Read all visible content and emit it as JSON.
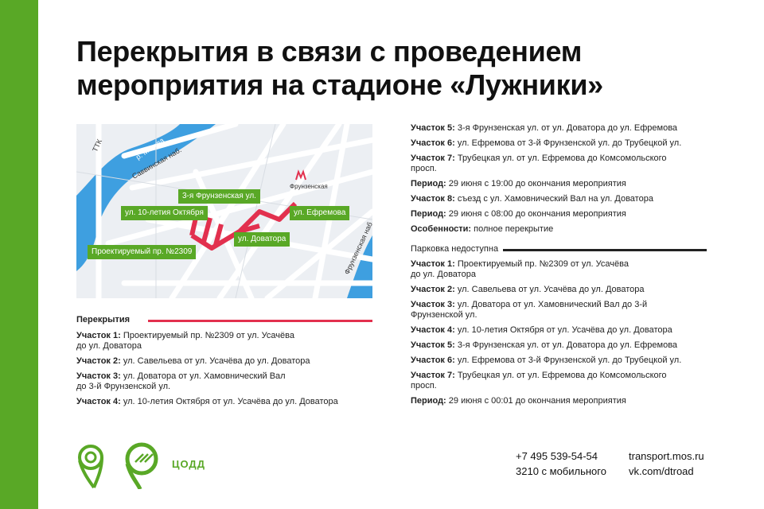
{
  "title": {
    "line1": "Перекрытия в связи с проведением",
    "line2": "мероприятия на стадионе «Лужники»"
  },
  "map": {
    "labels": {
      "frunzenskaya3": "3-я Фрунзенская ул.",
      "oktyabrya": "ул. 10-летия Октября",
      "efremova": "ул. Ефремова",
      "dovatora": "ул. Доватора",
      "proektiruemy": "Проектируемый пр. №2309"
    },
    "texts": {
      "ttk": "ТТК",
      "river": "р. Москва",
      "savvinskaya": "Саввинская наб.",
      "metro_name": "Фрунзенская",
      "frunz_nab": "Фрунзенская наб."
    },
    "colors": {
      "route": "#e2304e",
      "green": "#59a826",
      "water": "#3e9fe0"
    }
  },
  "closures": {
    "header": "Перекрытия",
    "items": [
      {
        "label": "Участок 1:",
        "text": "Проектируемый пр. №2309 от ул. Усачёва",
        "text2": "до ул. Доватора"
      },
      {
        "label": "Участок 2:",
        "text": "ул. Савельева от ул. Усачёва до ул. Доватора",
        "text2": ""
      },
      {
        "label": "Участок 3:",
        "text": "ул. Доватора от ул. Хамовнический Вал",
        "text2": "до 3-й Фрунзенской ул."
      },
      {
        "label": "Участок 4:",
        "text": "ул. 10-летия Октября от ул. Усачёва до ул. Доватора",
        "text2": ""
      }
    ]
  },
  "right_top": {
    "items": [
      {
        "label": "Участок 5:",
        "text": "3-я Фрунзенская ул. от ул. Доватора до ул. Ефремова",
        "text2": ""
      },
      {
        "label": "Участок 6:",
        "text": "ул. Ефремова от 3-й Фрунзенской ул. до Трубецкой ул.",
        "text2": ""
      },
      {
        "label": "Участок 7:",
        "text": "Трубецкая ул. от ул. Ефремова до Комсомольского",
        "text2": "просп."
      },
      {
        "label": "Период:",
        "text": "29 июня с 19:00 до окончания мероприятия",
        "text2": ""
      },
      {
        "label": "Участок 8:",
        "text": "съезд с ул. Хамовнический Вал на ул. Доватора",
        "text2": ""
      },
      {
        "label": "Период:",
        "text": "29 июня с 08:00 до окончания мероприятия",
        "text2": ""
      },
      {
        "label": "Особенности:",
        "text": "полное перекрытие",
        "text2": ""
      }
    ]
  },
  "parking": {
    "header": "Парковка недоступна",
    "items": [
      {
        "label": "Участок 1:",
        "text": "Проектируемый пр. №2309 от ул. Усачёва",
        "text2": "до ул. Доватора"
      },
      {
        "label": "Участок 2:",
        "text": "ул. Савельева от ул. Усачёва до ул. Доватора",
        "text2": ""
      },
      {
        "label": "Участок 3:",
        "text": "ул. Доватора от ул. Хамовнический Вал до 3-й",
        "text2": "Фрунзенской ул."
      },
      {
        "label": "Участок 4:",
        "text": "ул. 10-летия Октября от ул. Усачёва до ул. Доватора",
        "text2": ""
      },
      {
        "label": "Участок 5:",
        "text": "3-я Фрунзенская ул. от ул. Доватора до ул. Ефремова",
        "text2": ""
      },
      {
        "label": "Участок 6:",
        "text": "ул. Ефремова от 3-й Фрунзенской ул. до Трубецкой ул.",
        "text2": ""
      },
      {
        "label": "Участок 7:",
        "text": "Трубецкая ул. от ул. Ефремова до Комсомольского",
        "text2": "просп."
      },
      {
        "label": "Период:",
        "text": "29 июня с 00:01 до окончания мероприятия",
        "text2": ""
      }
    ]
  },
  "footer": {
    "brand": "ЦОДД",
    "phone": "+7 495 539-54-54",
    "mobile": "3210 с мобильного",
    "site": "transport.mos.ru",
    "vk": "vk.com/dtroad"
  }
}
